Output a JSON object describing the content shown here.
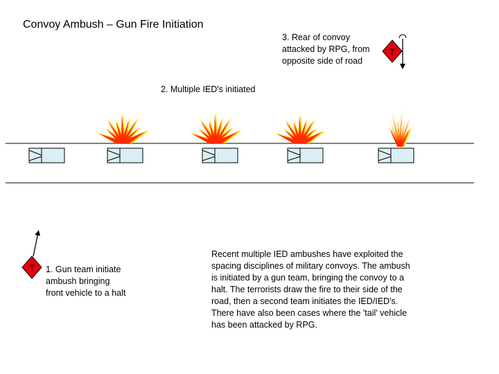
{
  "title": "Convoy Ambush – Gun Fire Initiation",
  "labels": {
    "rear": {
      "lines": [
        "3.   Rear of convoy",
        "attacked by RPG, from",
        "opposite side of road"
      ]
    },
    "ied": "2.   Multiple IED's initiated",
    "gun": {
      "lines": [
        "1.   Gun team initiate",
        "ambush bringing",
        "front vehicle to a halt"
      ]
    },
    "description": {
      "lines": [
        "Recent multiple IED ambushes have exploited the",
        "spacing disciplines of military convoys. The ambush",
        "is initiated by a gun team, bringing the convoy to a",
        "halt. The terrorists draw the fire to their side of the",
        "road, then a second team initiates the IED/IED's.",
        "There have also been cases where the 'tail' vehicle",
        "has been attacked by RPG."
      ]
    }
  },
  "markers": {
    "gun_team": "T",
    "rpg_team": "T"
  },
  "colors": {
    "road_line": "#000000",
    "vehicle_fill": "#dbeef3",
    "vehicle_stroke": "#000000",
    "team_marker": "#e8000b",
    "blast_outer": "#ffff66",
    "blast_mid": "#ff9900",
    "blast_inner": "#ff2a00"
  }
}
